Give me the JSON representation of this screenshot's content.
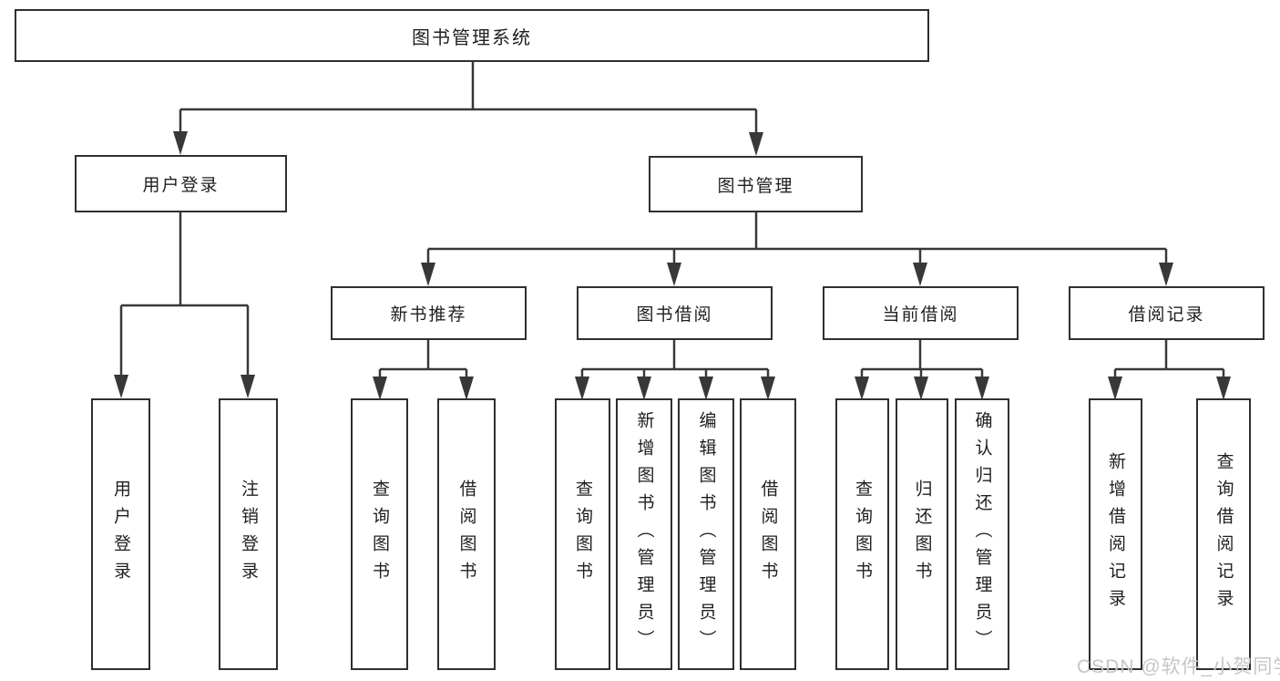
{
  "diagram_type": "hierarchy-tree",
  "colors": {
    "line": "#383838",
    "box_border": "#2f2f2f",
    "text": "#1f1f1f",
    "background": "#ffffff",
    "watermark": "#c6c6c6"
  },
  "tree": {
    "label": "图书管理系统",
    "children": [
      {
        "label": "用户登录",
        "children": [
          {
            "label": "用户登录"
          },
          {
            "label": "注销登录"
          }
        ]
      },
      {
        "label": "图书管理",
        "children": [
          {
            "label": "新书推荐",
            "children": [
              {
                "label": "查询图书"
              },
              {
                "label": "借阅图书"
              }
            ]
          },
          {
            "label": "图书借阅",
            "children": [
              {
                "label": "查询图书"
              },
              {
                "label": "新增图书（管理员）"
              },
              {
                "label": "编辑图书（管理员）"
              },
              {
                "label": "借阅图书"
              }
            ]
          },
          {
            "label": "当前借阅",
            "children": [
              {
                "label": "查询图书"
              },
              {
                "label": "归还图书"
              },
              {
                "label": "确认归还（管理员）"
              }
            ]
          },
          {
            "label": "借阅记录",
            "children": [
              {
                "label": "新增借阅记录"
              },
              {
                "label": "查询借阅记录"
              }
            ]
          }
        ]
      }
    ]
  },
  "watermark": {
    "text": "CSDN @软件_小贺同学"
  }
}
